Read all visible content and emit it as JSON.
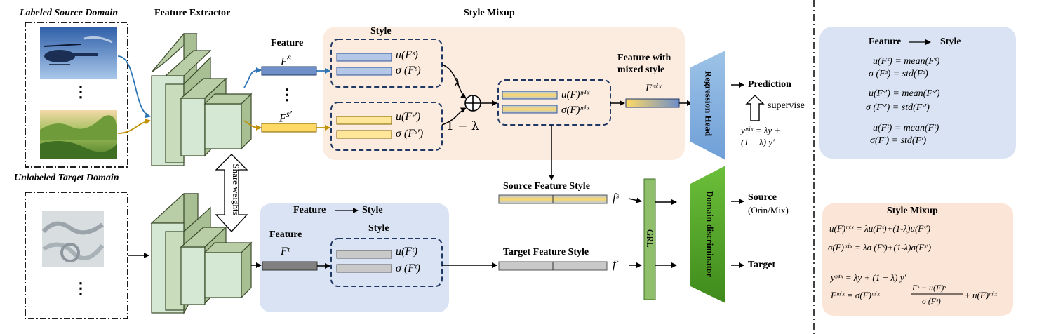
{
  "inputs": {
    "source_title": "Labeled Source Domain",
    "target_title": "Unlabeled Target Domain",
    "ellipsis": "⋮"
  },
  "extractor": {
    "title": "Feature Extractor",
    "share": "Share weights"
  },
  "mixup": {
    "title": "Style Mixup",
    "style_label": "Style",
    "feature_label": "Feature",
    "f_s": "F",
    "f_s_sup": "s",
    "f_s2_sup": "s′",
    "u_fs": "u(Fˢ)",
    "sigma_fs": "σ (Fˢ)",
    "u_fs2": "u(Fˢ′)",
    "sigma_fs2": "σ (Fˢ′)",
    "lambda": "λ",
    "one_minus_lambda": "1 − λ",
    "u_mix": "u(F)ᵐⁱˣ",
    "sigma_mix": "σ(F)ᵐⁱˣ",
    "mixed_label": "Feature with mixed style",
    "f_mix": "Fᵐⁱˣ"
  },
  "target_branch": {
    "header_feature": "Feature",
    "header_style": "Style",
    "style_label": "Style",
    "feature_label": "Feature",
    "f_t": "Fᵗ",
    "u_ft": "u(Fᵗ)",
    "sigma_ft": "σ (Fᵗ)"
  },
  "styles": {
    "source": "Source Feature Style",
    "target": "Target Feature Style",
    "f_s": "fˢ",
    "f_t": "fᵗ"
  },
  "heads": {
    "regression": "Regression Head",
    "discriminator": "Domain discriminator",
    "grl": "GRL",
    "prediction": "Prediction",
    "supervise": "supervise",
    "y_mix_1": "yᵐⁱˣ = λy +",
    "y_mix_2": "(1 − λ) y′",
    "source": "Source",
    "source_sub": "(Orin/Mix)",
    "target": "Target"
  },
  "legend_top": {
    "feature": "Feature",
    "style": "Style",
    "lines": [
      "u(Fˢ) = mean(Fˢ)",
      "σ (Fˢ) = std(Fˢ)",
      "u(Fˢ′) = mean(Fˢ′)",
      "σ (Fˢ′) = std(Fˢ′)",
      "u(Fᵗ) = mean(Fᵗ)",
      "σ(Fᵗ) = std(Fᵗ)"
    ]
  },
  "legend_bottom": {
    "title": "Style Mixup",
    "lines": [
      "u(F)ᵐⁱˣ = λu(Fˢ)+(1-λ)u(Fˢ′)",
      "σ(F)ᵐⁱˣ = λσ (Fˢ)+(1-λ)σ(Fˢ′)",
      "yᵐⁱˣ = λy + (1 − λ) y′",
      "Fᵐⁱˣ = σ(F)ᵐⁱˣ",
      "Fˢ − u(F)ˢ",
      "σ (Fˢ)",
      "+ u(F)ᵐⁱˣ"
    ]
  },
  "colors": {
    "blue_bar": "#6f8fc8",
    "light_blue_bar": "#b4c7e7",
    "yellow_bar": "#ffd966",
    "light_yellow_bar": "#fff2cc",
    "gray_bar": "#c9c9c9",
    "dark_gray_bar": "#808080",
    "cube_green": "#d5e8d4",
    "peach_panel": "#fbe5d6",
    "blue_panel": "#dae3f3",
    "regression": "#8fb3e0",
    "discriminator": "#5aa02c",
    "grl": "#8fbf6b"
  }
}
